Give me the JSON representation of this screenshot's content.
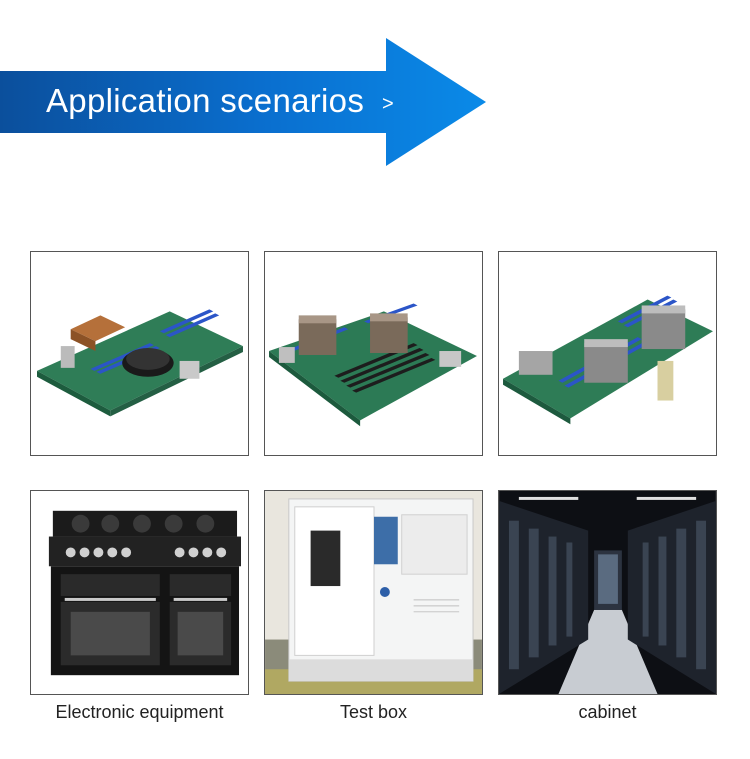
{
  "header": {
    "title": "Application scenarios",
    "chevron": ">",
    "accent_color": "#0a78d8",
    "gradient_start": "#0b4f9c"
  },
  "gallery": {
    "row1": [
      {
        "image": "server-motherboard-1"
      },
      {
        "image": "server-motherboard-2"
      },
      {
        "image": "server-motherboard-3"
      }
    ],
    "row2": [
      {
        "image": "range-cooker",
        "caption": "Electronic equipment"
      },
      {
        "image": "environmental-test-chamber",
        "caption": "Test box"
      },
      {
        "image": "server-room-aisle",
        "caption": "cabinet"
      }
    ]
  }
}
